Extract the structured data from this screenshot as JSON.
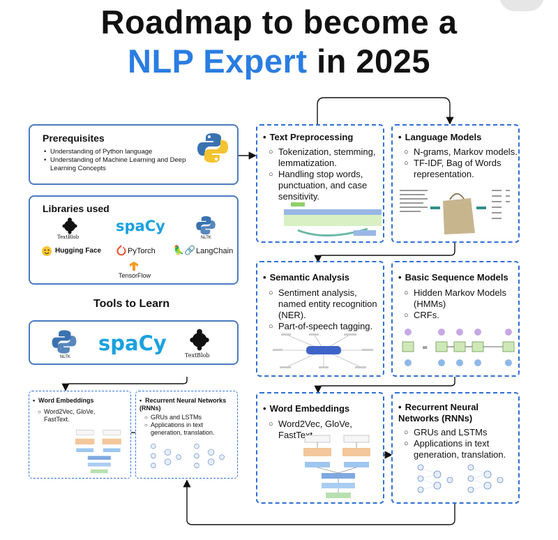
{
  "title": {
    "line1": "Roadmap to become a",
    "line2_highlight": "NLP Expert",
    "line2_rest": " in 2025"
  },
  "colors": {
    "accent_blue": "#2a7de1",
    "dash_blue": "#2f6fd6"
  },
  "prerequisites": {
    "heading": "Prerequisites",
    "items": [
      "Understanding of Python language",
      "Understanding of Machine Learning and Deep Learning Concepts"
    ]
  },
  "libraries": {
    "heading": "Libraries used",
    "items": [
      {
        "name": "TextBlob",
        "icon": "textblob-icon"
      },
      {
        "name": "spaCy",
        "icon": "spacy-logo"
      },
      {
        "name": "NLTK",
        "icon": "python-icon"
      },
      {
        "name": "Hugging Face",
        "icon": "hugging-face-icon"
      },
      {
        "name": "PyTorch",
        "icon": "pytorch-icon"
      },
      {
        "name": "LangChain",
        "icon": "langchain-icon"
      },
      {
        "name": "TensorFlow",
        "icon": "tensorflow-icon"
      }
    ]
  },
  "tools": {
    "heading": "Tools to Learn",
    "items": [
      {
        "name": "NLTK"
      },
      {
        "name": "spaCy"
      },
      {
        "name": "TextBlob"
      }
    ]
  },
  "text_preprocessing": {
    "heading": "Text Preprocessing",
    "items": [
      "Tokenization, stemming, lemmatization.",
      "Handling stop words, punctuation, and case sensitivity."
    ]
  },
  "language_models": {
    "heading": "Language Models",
    "items": [
      "N-grams, Markov models.",
      "TF-IDF, Bag of Words representation."
    ]
  },
  "semantic_analysis": {
    "heading": "Semantic Analysis",
    "items": [
      "Sentiment analysis, named entity recognition (NER).",
      "Part-of-speech tagging."
    ]
  },
  "basic_sequence_models": {
    "heading": "Basic Sequence Models",
    "items": [
      "Hidden Markov Models (HMMs)",
      "CRFs."
    ]
  },
  "word_embeddings": {
    "heading": "Word Embeddings",
    "items": [
      "Word2Vec, GloVe, FastText."
    ]
  },
  "rnns": {
    "heading": "Recurrent Neural Networks (RNNs)",
    "items": [
      "GRUs and LSTMs",
      "Applications in text generation, translation."
    ]
  }
}
